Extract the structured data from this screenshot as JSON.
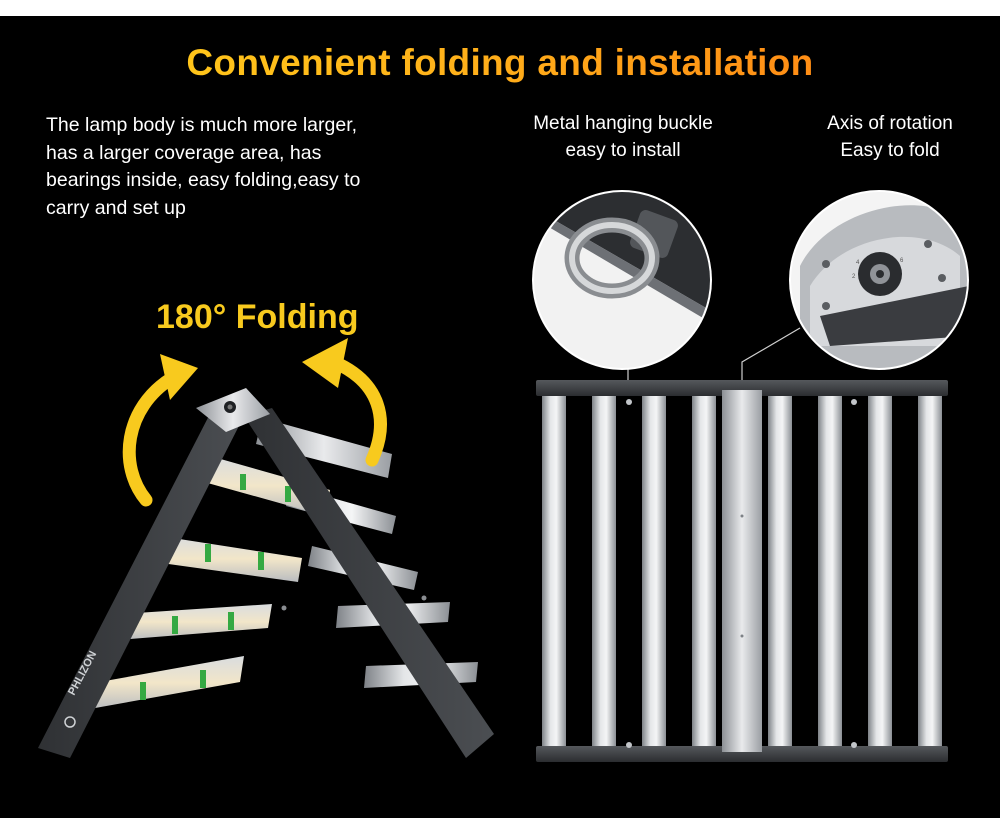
{
  "headline": "Convenient folding and installation",
  "description": [
    "The lamp body is much more larger,",
    "has a larger coverage area, has",
    "bearings inside, easy folding,easy to",
    "carry and set up"
  ],
  "callouts": {
    "buckle": [
      "Metal hanging buckle",
      "easy to install"
    ],
    "axis": [
      "Axis of rotation",
      "Easy to fold"
    ]
  },
  "folding_label": "180° Folding",
  "brand_mark": "PHLIZON",
  "colors": {
    "background": "#000000",
    "headline_gradient": [
      "#ffd21a",
      "#ff7a12"
    ],
    "accent_yellow": "#f8ca1e",
    "bar_silver": "#c9ccd0"
  },
  "icons": [
    "curved-arrow-left-icon",
    "curved-arrow-right-icon",
    "hanging-buckle-icon",
    "rotation-axis-icon"
  ]
}
